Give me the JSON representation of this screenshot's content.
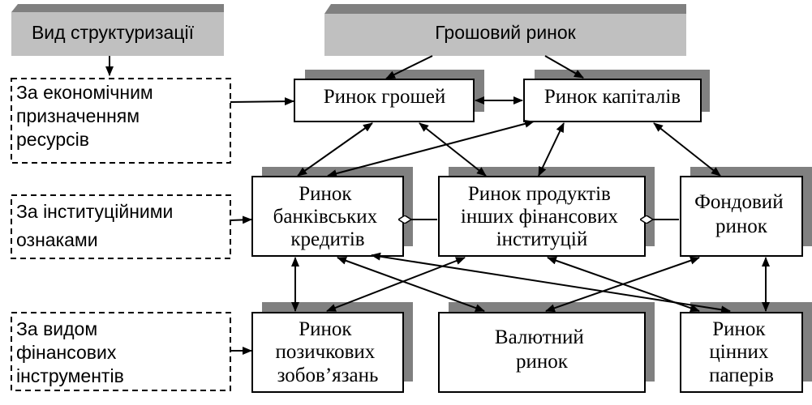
{
  "header": {
    "left": "Вид структуризації",
    "top": "Грошовий ринок"
  },
  "levels": [
    {
      "lines": [
        "За економічним",
        "призначенням",
        "ресурсів"
      ]
    },
    {
      "lines": [
        "За інституційними",
        "ознаками"
      ]
    },
    {
      "lines": [
        "За видом",
        "фінансових",
        "інструментів"
      ]
    }
  ],
  "nodes": {
    "money": {
      "lines": [
        "Ринок грошей"
      ]
    },
    "capital": {
      "lines": [
        "Ринок капіталів"
      ]
    },
    "bank_credit": {
      "lines": [
        "Ринок",
        "банківських",
        "кредитів"
      ]
    },
    "other_fin": {
      "lines": [
        "Ринок продуктів",
        "інших фінансових",
        "інституцій"
      ]
    },
    "stock": {
      "lines": [
        "Фондовий",
        "ринок"
      ]
    },
    "loan_oblig": {
      "lines": [
        "Ринок",
        "позичкових",
        "зобов’язань"
      ]
    },
    "currency": {
      "lines": [
        "Валютний",
        "ринок"
      ]
    },
    "securities": {
      "lines": [
        "Ринок",
        "цінних",
        "паперів"
      ]
    }
  },
  "colors": {
    "header_fill": "#c0c0c0",
    "header_shadow": "#808080",
    "box_shadow": "#808080",
    "box_fill": "#ffffff",
    "stroke": "#000000"
  }
}
